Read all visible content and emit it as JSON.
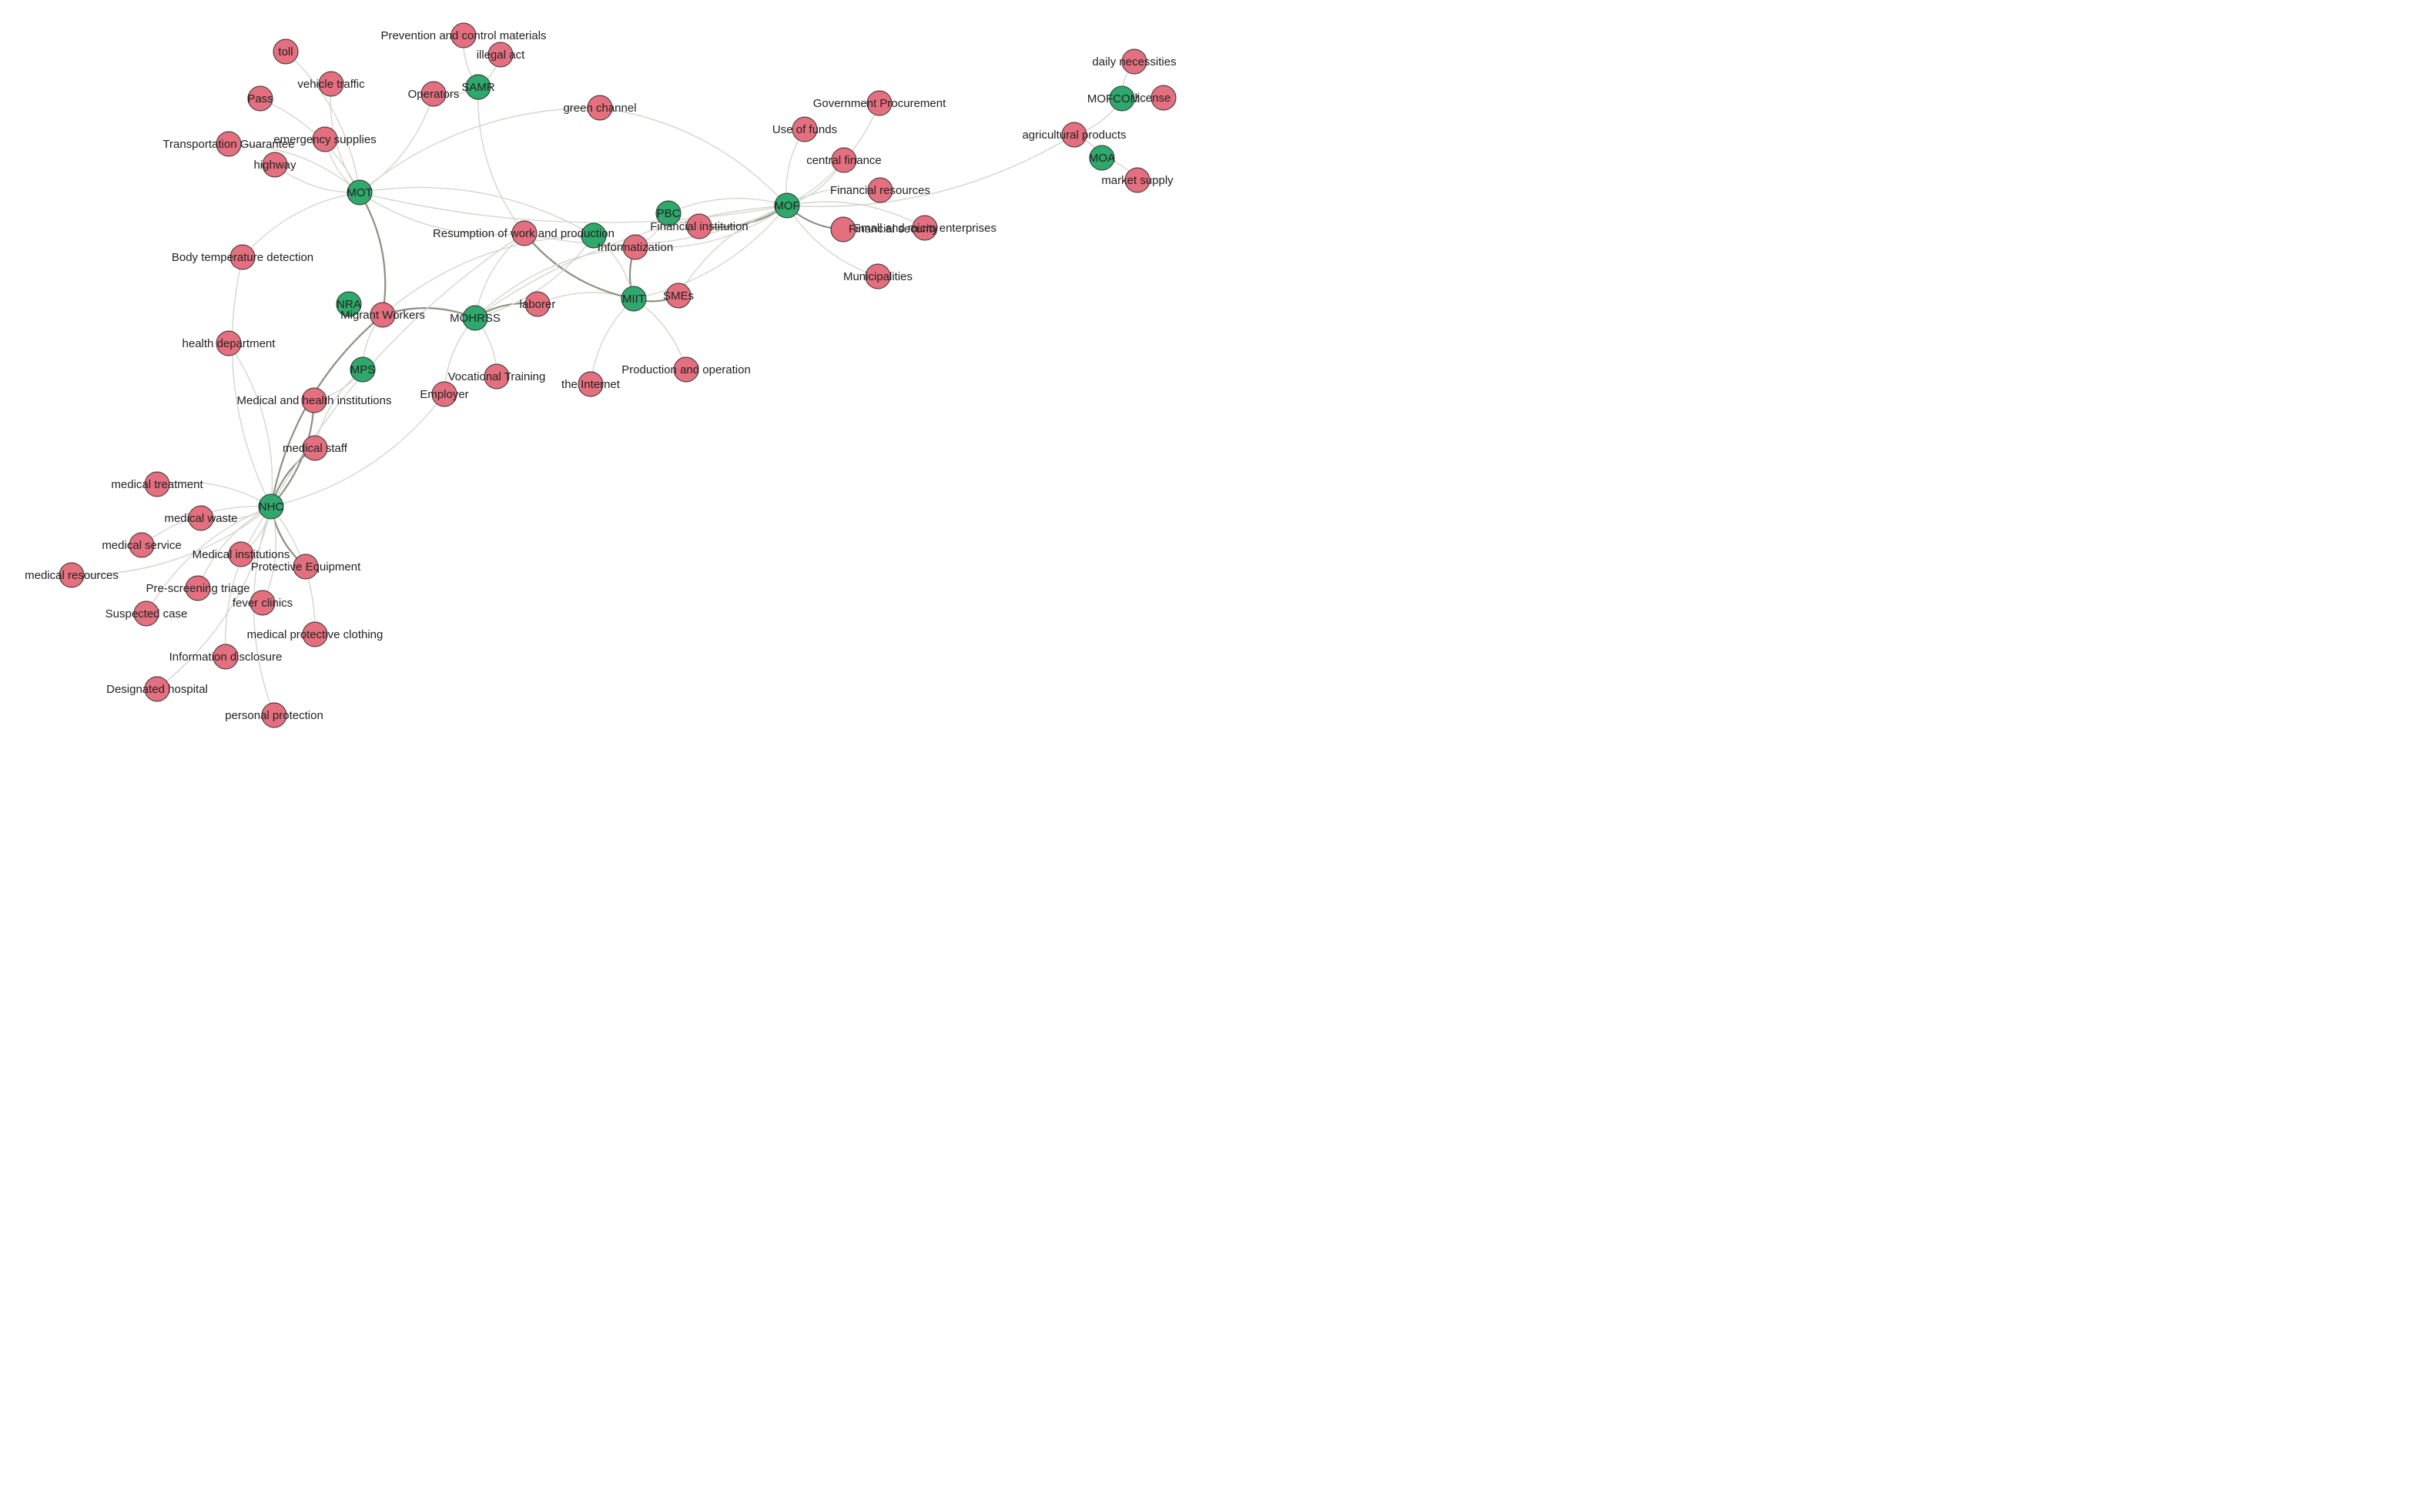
{
  "colors": {
    "institution": "#2fa86b",
    "topic": "#e46f7e",
    "edge": "#d4d6cc",
    "edge_strong": "#8e9082"
  },
  "graph": {
    "nodes": [
      {
        "id": "NHC",
        "label": "NHC",
        "group": "institution"
      },
      {
        "id": "MOT",
        "label": "MOT",
        "group": "institution"
      },
      {
        "id": "MOF",
        "label": "MOF",
        "group": "institution"
      },
      {
        "id": "MIIT",
        "label": "MIIT",
        "group": "institution"
      },
      {
        "id": "MOHRSS",
        "label": "MOHRSS",
        "group": "institution"
      },
      {
        "id": "MPS",
        "label": "MPS",
        "group": "institution"
      },
      {
        "id": "NRA",
        "label": "NRA",
        "group": "institution"
      },
      {
        "id": "SAMR",
        "label": "SAMR",
        "group": "institution"
      },
      {
        "id": "PBC",
        "label": "PBC",
        "group": "institution"
      },
      {
        "id": "MOA",
        "label": "MOA",
        "group": "institution"
      },
      {
        "id": "MOFCOM",
        "label": "MOFCOM",
        "group": "institution"
      },
      {
        "id": "NDRC",
        "label": "",
        "group": "institution"
      },
      {
        "id": "prevention_materials",
        "label": "Prevention and control materials",
        "group": "topic"
      },
      {
        "id": "illegal_act",
        "label": "illegal act",
        "group": "topic"
      },
      {
        "id": "operators",
        "label": "Operators",
        "group": "topic"
      },
      {
        "id": "toll",
        "label": "toll",
        "group": "topic"
      },
      {
        "id": "vehicle_traffic",
        "label": "vehicle traffic",
        "group": "topic"
      },
      {
        "id": "pass",
        "label": "Pass",
        "group": "topic"
      },
      {
        "id": "emergency_supplies",
        "label": "emergency supplies",
        "group": "topic"
      },
      {
        "id": "transportation_guarantee",
        "label": "Transportation Guarantee",
        "group": "topic"
      },
      {
        "id": "highway",
        "label": "highway",
        "group": "topic"
      },
      {
        "id": "green_channel",
        "label": "green channel",
        "group": "topic"
      },
      {
        "id": "body_temperature",
        "label": "Body temperature detection",
        "group": "topic"
      },
      {
        "id": "health_department",
        "label": "health department",
        "group": "topic"
      },
      {
        "id": "migrant_workers",
        "label": "Migrant Workers",
        "group": "topic"
      },
      {
        "id": "resumption",
        "label": "Resumption of work and production",
        "group": "topic"
      },
      {
        "id": "informatization",
        "label": "Informatization",
        "group": "topic"
      },
      {
        "id": "financial_institution",
        "label": "Financial institution",
        "group": "topic"
      },
      {
        "id": "laborer",
        "label": "laborer",
        "group": "topic"
      },
      {
        "id": "smes",
        "label": "SMEs",
        "group": "topic"
      },
      {
        "id": "vocational_training",
        "label": "Vocational Training",
        "group": "topic"
      },
      {
        "id": "employer",
        "label": "Employer",
        "group": "topic"
      },
      {
        "id": "the_internet",
        "label": "the Internet",
        "group": "topic"
      },
      {
        "id": "production_operation",
        "label": "Production and operation",
        "group": "topic"
      },
      {
        "id": "medical_health_institutions",
        "label": "Medical and health institutions",
        "group": "topic"
      },
      {
        "id": "medical_staff",
        "label": "medical staff",
        "group": "topic"
      },
      {
        "id": "government_procurement",
        "label": "Government Procurement",
        "group": "topic"
      },
      {
        "id": "use_of_funds",
        "label": "Use of funds",
        "group": "topic"
      },
      {
        "id": "central_finance",
        "label": "central finance",
        "group": "topic"
      },
      {
        "id": "financial_resources",
        "label": "Financial resources",
        "group": "topic"
      },
      {
        "id": "financial_security",
        "label": "Financial security",
        "group": "topic"
      },
      {
        "id": "small_micro",
        "label": "Small and micro enterprises",
        "group": "topic"
      },
      {
        "id": "municipalities",
        "label": "Municipalities",
        "group": "topic"
      },
      {
        "id": "daily_necessities",
        "label": "daily necessities",
        "group": "topic"
      },
      {
        "id": "license",
        "label": "license",
        "group": "topic"
      },
      {
        "id": "agricultural_products",
        "label": "agricultural products",
        "group": "topic"
      },
      {
        "id": "market_supply",
        "label": "market supply",
        "group": "topic"
      },
      {
        "id": "medical_treatment",
        "label": "medical treatment",
        "group": "topic"
      },
      {
        "id": "medical_waste",
        "label": "medical waste",
        "group": "topic"
      },
      {
        "id": "medical_service",
        "label": "medical service",
        "group": "topic"
      },
      {
        "id": "medical_institutions",
        "label": "Medical institutions",
        "group": "topic"
      },
      {
        "id": "protective_equipment",
        "label": "Protective Equipment",
        "group": "topic"
      },
      {
        "id": "medical_resources",
        "label": "medical resources",
        "group": "topic"
      },
      {
        "id": "pre_screening",
        "label": "Pre-screening triage",
        "group": "topic"
      },
      {
        "id": "fever_clinics",
        "label": "fever clinics",
        "group": "topic"
      },
      {
        "id": "suspected_case",
        "label": "Suspected case",
        "group": "topic"
      },
      {
        "id": "protective_clothing",
        "label": "medical protective clothing",
        "group": "topic"
      },
      {
        "id": "information_disclosure",
        "label": "Information disclosure",
        "group": "topic"
      },
      {
        "id": "designated_hospital",
        "label": "Designated hospital",
        "group": "topic"
      },
      {
        "id": "personal_protection",
        "label": "personal protection",
        "group": "topic"
      }
    ],
    "edges": [
      {
        "source": "MOT",
        "target": "toll"
      },
      {
        "source": "MOT",
        "target": "vehicle_traffic"
      },
      {
        "source": "MOT",
        "target": "pass"
      },
      {
        "source": "MOT",
        "target": "emergency_supplies"
      },
      {
        "source": "MOT",
        "target": "transportation_guarantee"
      },
      {
        "source": "MOT",
        "target": "highway"
      },
      {
        "source": "MOT",
        "target": "operators"
      },
      {
        "source": "MOT",
        "target": "green_channel"
      },
      {
        "source": "MOT",
        "target": "body_temperature"
      },
      {
        "source": "MOT",
        "target": "migrant_workers",
        "strong": true
      },
      {
        "source": "MOT",
        "target": "resumption"
      },
      {
        "source": "MOT",
        "target": "NDRC"
      },
      {
        "source": "MOT",
        "target": "MOF"
      },
      {
        "source": "SAMR",
        "target": "prevention_materials"
      },
      {
        "source": "SAMR",
        "target": "illegal_act"
      },
      {
        "source": "SAMR",
        "target": "operators"
      },
      {
        "source": "SAMR",
        "target": "resumption"
      },
      {
        "source": "green_channel",
        "target": "MOF"
      },
      {
        "source": "MOF",
        "target": "government_procurement"
      },
      {
        "source": "MOF",
        "target": "use_of_funds"
      },
      {
        "source": "MOF",
        "target": "central_finance"
      },
      {
        "source": "MOF",
        "target": "financial_resources"
      },
      {
        "source": "MOF",
        "target": "financial_security",
        "strong": true
      },
      {
        "source": "MOF",
        "target": "small_micro"
      },
      {
        "source": "MOF",
        "target": "municipalities"
      },
      {
        "source": "MOF",
        "target": "financial_institution",
        "strong": true
      },
      {
        "source": "MOF",
        "target": "PBC"
      },
      {
        "source": "MOF",
        "target": "MIIT"
      },
      {
        "source": "MOF",
        "target": "smes"
      },
      {
        "source": "MOF",
        "target": "informatization"
      },
      {
        "source": "MOF",
        "target": "agricultural_products"
      },
      {
        "source": "MOF",
        "target": "resumption"
      },
      {
        "source": "MOF",
        "target": "MOHRSS"
      },
      {
        "source": "MOFCOM",
        "target": "daily_necessities"
      },
      {
        "source": "MOFCOM",
        "target": "license"
      },
      {
        "source": "MOFCOM",
        "target": "agricultural_products"
      },
      {
        "source": "MOA",
        "target": "agricultural_products"
      },
      {
        "source": "MOA",
        "target": "market_supply"
      },
      {
        "source": "PBC",
        "target": "financial_institution"
      },
      {
        "source": "PBC",
        "target": "informatization"
      },
      {
        "source": "MIIT",
        "target": "smes",
        "strong": true
      },
      {
        "source": "MIIT",
        "target": "informatization",
        "strong": true
      },
      {
        "source": "MIIT",
        "target": "the_internet"
      },
      {
        "source": "MIIT",
        "target": "production_operation"
      },
      {
        "source": "MIIT",
        "target": "laborer"
      },
      {
        "source": "MIIT",
        "target": "resumption",
        "strong": true
      },
      {
        "source": "MIIT",
        "target": "NDRC"
      },
      {
        "source": "MOHRSS",
        "target": "laborer",
        "strong": true
      },
      {
        "source": "MOHRSS",
        "target": "migrant_workers",
        "strong": true
      },
      {
        "source": "MOHRSS",
        "target": "vocational_training"
      },
      {
        "source": "MOHRSS",
        "target": "employer"
      },
      {
        "source": "MOHRSS",
        "target": "resumption"
      },
      {
        "source": "MOHRSS",
        "target": "NDRC"
      },
      {
        "source": "MOHRSS",
        "target": "informatization"
      },
      {
        "source": "NRA",
        "target": "migrant_workers"
      },
      {
        "source": "MPS",
        "target": "migrant_workers"
      },
      {
        "source": "MPS",
        "target": "medical_staff"
      },
      {
        "source": "MPS",
        "target": "medical_health_institutions"
      },
      {
        "source": "migrant_workers",
        "target": "NHC",
        "strong": true
      },
      {
        "source": "migrant_workers",
        "target": "NDRC"
      },
      {
        "source": "NHC",
        "target": "health_department"
      },
      {
        "source": "NHC",
        "target": "body_temperature"
      },
      {
        "source": "NHC",
        "target": "medical_health_institutions",
        "strong": true
      },
      {
        "source": "NHC",
        "target": "medical_staff",
        "strong": true
      },
      {
        "source": "NHC",
        "target": "employer"
      },
      {
        "source": "NHC",
        "target": "resumption"
      },
      {
        "source": "NHC",
        "target": "medical_treatment"
      },
      {
        "source": "NHC",
        "target": "medical_waste"
      },
      {
        "source": "NHC",
        "target": "medical_service"
      },
      {
        "source": "NHC",
        "target": "medical_institutions"
      },
      {
        "source": "NHC",
        "target": "protective_equipment",
        "strong": true
      },
      {
        "source": "NHC",
        "target": "medical_resources"
      },
      {
        "source": "NHC",
        "target": "pre_screening"
      },
      {
        "source": "NHC",
        "target": "fever_clinics"
      },
      {
        "source": "NHC",
        "target": "suspected_case"
      },
      {
        "source": "NHC",
        "target": "protective_clothing"
      },
      {
        "source": "NHC",
        "target": "information_disclosure"
      },
      {
        "source": "NHC",
        "target": "designated_hospital"
      },
      {
        "source": "NHC",
        "target": "personal_protection"
      }
    ]
  }
}
